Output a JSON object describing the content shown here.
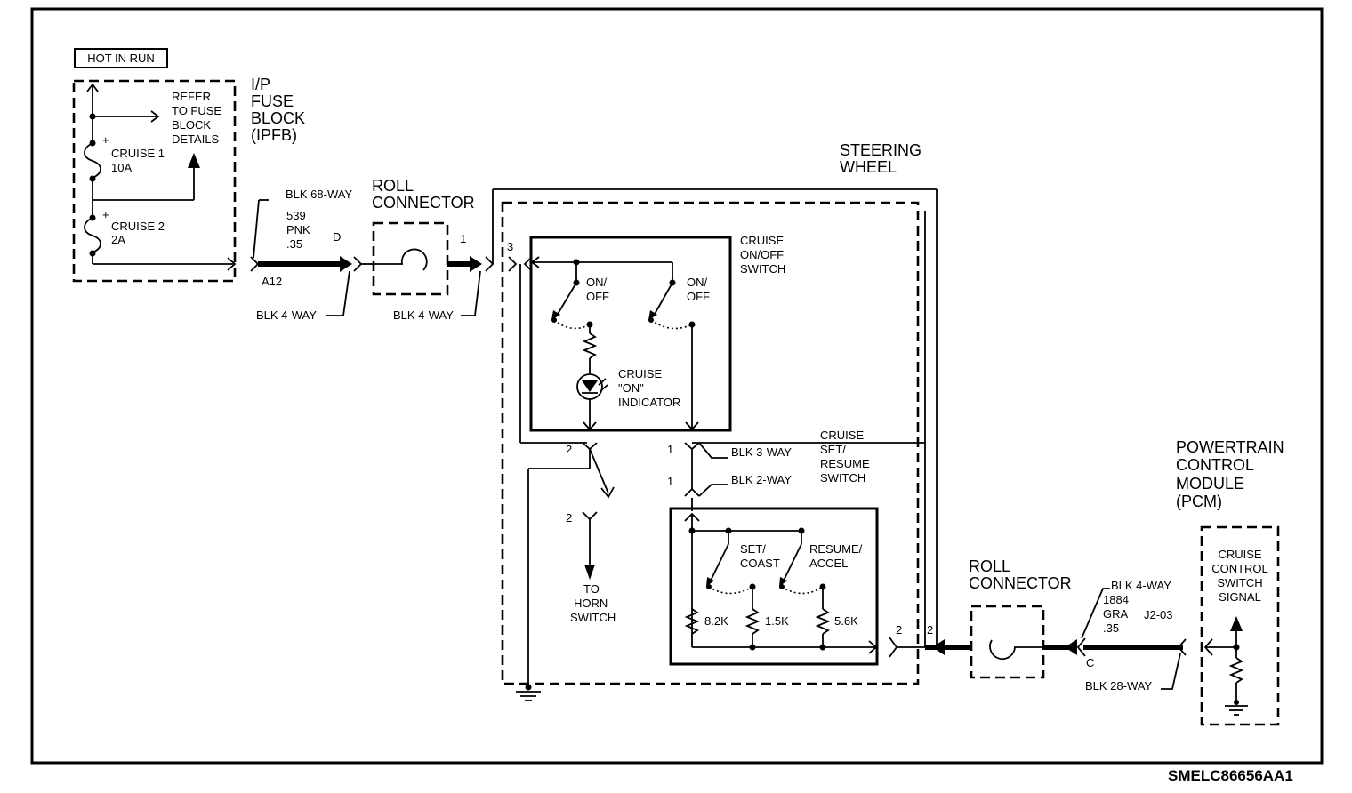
{
  "labels": {
    "hot_in_run": "HOT IN RUN",
    "refer_1": "REFER",
    "refer_2": "TO FUSE",
    "refer_3": "BLOCK",
    "refer_4": "DETAILS",
    "cruise1_name": "CRUISE 1",
    "cruise1_rating": "10A",
    "cruise2_name": "CRUISE 2",
    "cruise2_rating": "2A",
    "plus": "+",
    "ipfb_1": "I/P",
    "ipfb_2": "FUSE",
    "ipfb_3": "BLOCK",
    "ipfb_4": "(IPFB)",
    "blk68": "BLK 68-WAY",
    "wire539_1": "539",
    "wire539_2": "PNK",
    "wire539_3": ".35",
    "pin_d": "D",
    "pin_a12": "A12",
    "blk4_a": "BLK 4-WAY",
    "roll1_1": "ROLL",
    "roll1_2": "CONNECTOR",
    "pin_1a": "1",
    "blk4_b": "BLK 4-WAY",
    "steering_1": "STEERING",
    "steering_2": "WHEEL",
    "pin_3": "3",
    "onoff_sw_1": "CRUISE",
    "onoff_sw_2": "ON/OFF",
    "onoff_sw_3": "SWITCH",
    "onoff_a_1": "ON/",
    "onoff_a_2": "OFF",
    "onoff_b_1": "ON/",
    "onoff_b_2": "OFF",
    "ind_1": "CRUISE",
    "ind_2": "\"ON\"",
    "ind_3": "INDICATOR",
    "pin_2a": "2",
    "pin_1b": "1",
    "blk3": "BLK 3-WAY",
    "pin_1c": "1",
    "blk2": "BLK 2-WAY",
    "pin_2b": "2",
    "setres_1": "CRUISE",
    "setres_2": "SET/",
    "setres_3": "RESUME",
    "setres_4": "SWITCH",
    "horn_1": "TO",
    "horn_2": "HORN",
    "horn_3": "SWITCH",
    "set_1": "SET/",
    "set_2": "COAST",
    "res_1": "RESUME/",
    "res_2": "ACCEL",
    "r1": "8.2K",
    "r2": "1.5K",
    "r3": "5.6K",
    "pin_2c": "2",
    "pin_2d": "2",
    "roll2_1": "ROLL",
    "roll2_2": "CONNECTOR",
    "blk4_c": "BLK 4-WAY",
    "wire1884_1": "1884",
    "wire1884_2": "GRA",
    "wire1884_3": ".35",
    "pin_j203": "J2-03",
    "pin_c": "C",
    "blk28": "BLK 28-WAY",
    "pcm_1": "POWERTRAIN",
    "pcm_2": "CONTROL",
    "pcm_3": "MODULE",
    "pcm_4": "(PCM)",
    "ccs_1": "CRUISE",
    "ccs_2": "CONTROL",
    "ccs_3": "SWITCH",
    "ccs_4": "SIGNAL",
    "drawing_id": "SMELC86656AA1"
  }
}
